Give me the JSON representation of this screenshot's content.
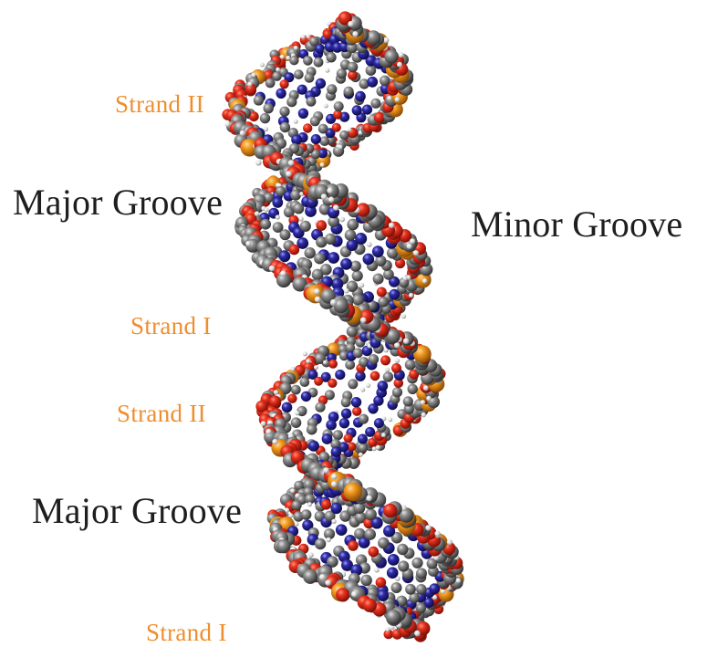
{
  "labels": {
    "strand_ii_top": "Strand II",
    "major_groove_top": "Major Groove",
    "minor_groove": "Minor Groove",
    "strand_i_mid": "Strand I",
    "strand_ii_mid": "Strand II",
    "major_groove_bottom": "Major Groove",
    "strand_i_bottom": "Strand I"
  },
  "colors": {
    "strand_label": "#ee8e2e",
    "groove_label": "#1e1e1e",
    "oxygen": "#d42a1c",
    "phosphorus": "#f0961c",
    "carbon": "#8a8a8a",
    "nitrogen": "#2c2a9c",
    "hydrogen": "#e8e8e8"
  }
}
